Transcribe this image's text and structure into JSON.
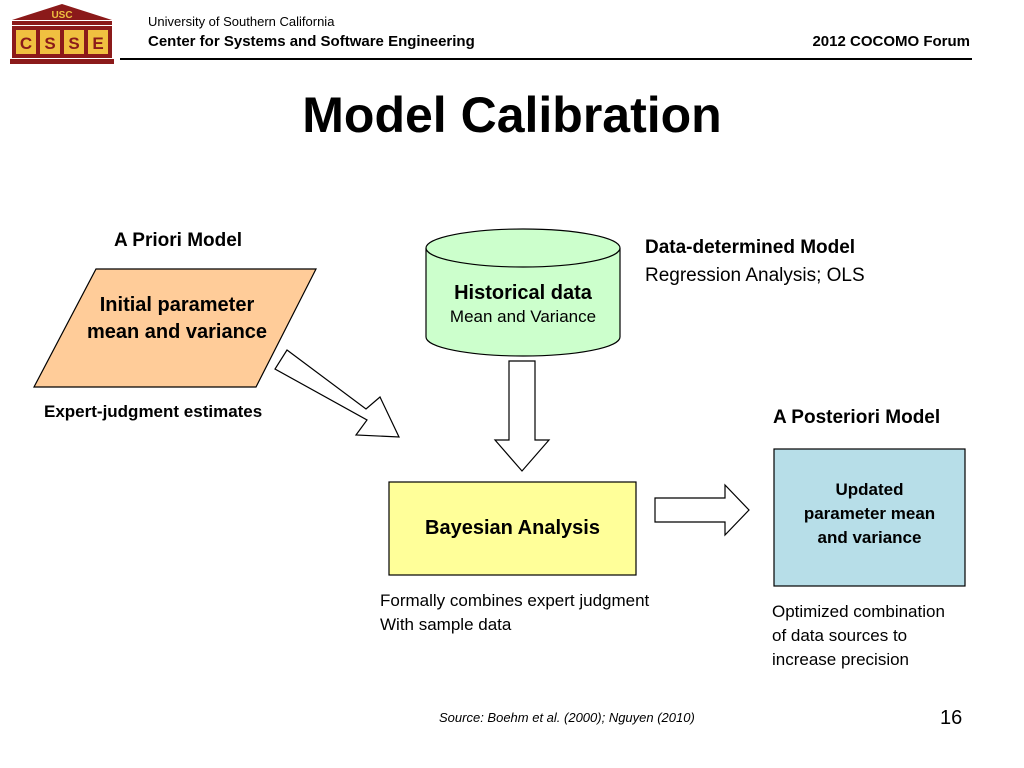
{
  "header": {
    "logo_top_text": "USC",
    "logo_letters": [
      "C",
      "S",
      "S",
      "E"
    ],
    "university": "University of Southern California",
    "center": "Center for Systems and Software Engineering",
    "forum": "2012 COCOMO Forum"
  },
  "slide": {
    "title": "Model Calibration",
    "page_number": "16",
    "source": "Source: Boehm et al. (2000); Nguyen (2010)"
  },
  "diagram": {
    "a_priori": {
      "heading": "A Priori Model",
      "box_line1": "Initial parameter",
      "box_line2": "mean and variance",
      "caption": "Expert-judgment estimates"
    },
    "historical": {
      "line1": "Historical data",
      "line2": "Mean and Variance"
    },
    "data_determined": {
      "heading": "Data-determined Model",
      "subheading": "Regression Analysis; OLS"
    },
    "bayesian": {
      "label": "Bayesian Analysis",
      "caption_line1": "Formally combines expert judgment",
      "caption_line2": "With sample data"
    },
    "a_posteriori": {
      "heading": "A Posteriori Model",
      "box_line1": "Updated",
      "box_line2": "parameter mean",
      "box_line3": "and variance",
      "caption_line1": "Optimized combination",
      "caption_line2": "of data sources to",
      "caption_line3": "increase precision"
    },
    "colors": {
      "parallelogram_fill": "#ffcc99",
      "cylinder_fill": "#ccffcc",
      "bayesian_fill": "#ffff99",
      "posteriori_fill": "#b7dee8",
      "logo_maroon": "#8b1a1a",
      "logo_gold": "#f0c040"
    }
  }
}
